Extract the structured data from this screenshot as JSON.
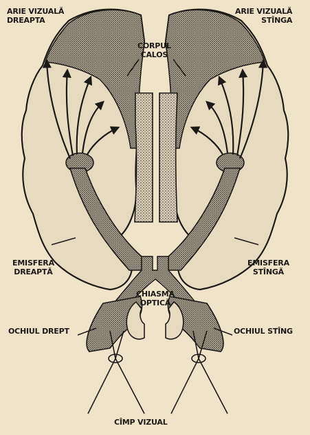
{
  "labels": {
    "arie_dreapta": [
      "ARIE VIZUALĂ",
      "DREAPTA"
    ],
    "arie_stinga": [
      "ARIE VIZUALĂ",
      "STÎNGA"
    ],
    "corpul_calos": [
      "CORPUL",
      "CALOS"
    ],
    "emisfera_dreapta": [
      "EMISFERA",
      "DREAPTĂ"
    ],
    "emisfera_stinga": [
      "EMISFERA",
      "STÎNGĂ"
    ],
    "chiasma_optica": [
      "CHIASMA",
      "OPTICĂ"
    ],
    "ochiul_drept": "OCHIUL DREPT",
    "ochiul_sting": "OCHIUL STÎNG",
    "cimp_vizual": "CÎMP VIZUAL"
  },
  "colors": {
    "paper": "#efe3c8",
    "ink": "#1c1a17",
    "hatch": "#8a8478",
    "stipple": "#6f695e"
  }
}
